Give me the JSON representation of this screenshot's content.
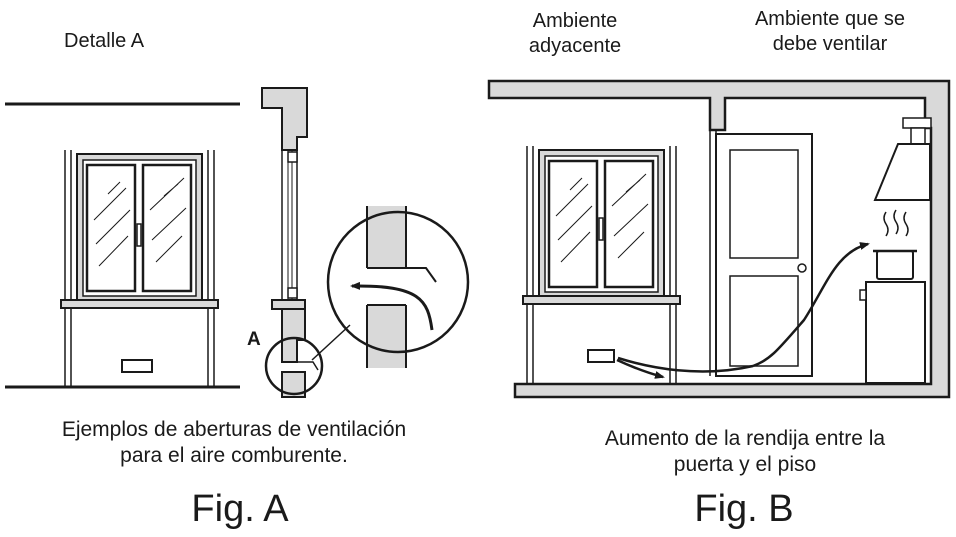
{
  "fig_a": {
    "detail_title": "Detalle A",
    "marker": "A",
    "caption_line1": "Ejemplos de aberturas de ventilación",
    "caption_line2": "para el aire comburente.",
    "label": "Fig. A"
  },
  "fig_b": {
    "adjacent_line1": "Ambiente",
    "adjacent_line2": "adyacente",
    "ventilate_line1": "Ambiente que se",
    "ventilate_line2": "debe ventilar",
    "caption_line1": "Aumento de la rendija entre la",
    "caption_line2": "puerta y el piso",
    "label": "Fig. B"
  },
  "colors": {
    "wall_fill": "#d9d9d9",
    "line": "#1a1a1a",
    "background": "#ffffff"
  }
}
